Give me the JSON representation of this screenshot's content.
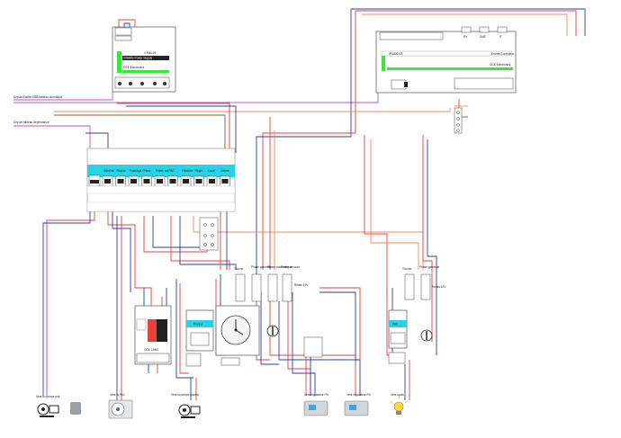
{
  "labels": {
    "switch_ebb": "Depuis Switch EBB tableau domotique",
    "tableau_dependance": "Depuis tableau dépendance",
    "power_supply_brand": "GCE Electronics",
    "power_supply_title": "20Watts Power Supply",
    "ipx_brand": "GCE Electronics",
    "ipx_model": "IPX800 V3",
    "ipx_side": "Entrée Contrôleur",
    "ipx_top_labels": [
      "RX",
      "DMF",
      "IT"
    ],
    "breaker_labels": [
      "Général",
      "Piscine",
      "Eclairage",
      "Prises",
      "Prises ext.",
      "PAC",
      "Filtration",
      "Régul.",
      "Local",
      "Divers"
    ],
    "relay_labels": [
      "Touche",
      "Phase générale",
      "Phase automatique",
      "Phase secours"
    ],
    "relay_right_labels": [
      "Touche",
      "Phase générale"
    ],
    "relais_left_mid": "Relais 12V",
    "relais_right_mid": "Relais 12V",
    "timer_label": "Pompe",
    "pac_label": "PAC",
    "contactor_brand": "GCE LANS",
    "bottom_labels": [
      "Vers la pompe puit",
      "Vers la PAC",
      "Vers la pompe piscine",
      "Vers régulateur PH",
      "Vers régulateur RX",
      "Vers spots"
    ]
  },
  "colors": {
    "phase": "#e8413c",
    "neutral": "#2b3ea8",
    "signal": "#c050c8",
    "aux": "#f08a5a",
    "earth": "#8a5a40",
    "module_accent": "#27d3e6",
    "screen": "#39e63a"
  }
}
